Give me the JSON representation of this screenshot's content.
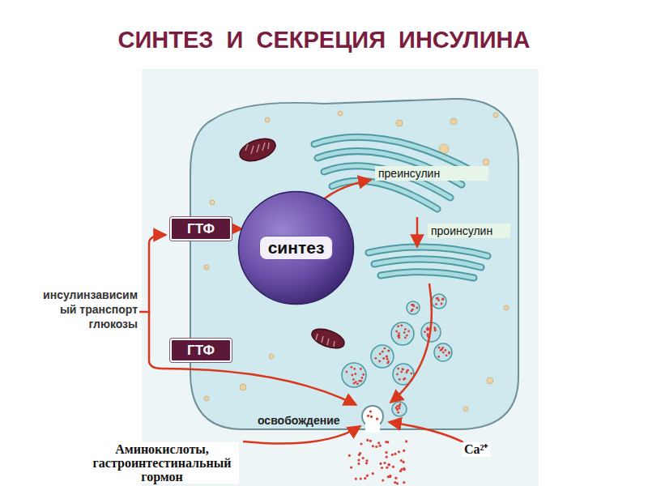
{
  "diagram": {
    "title": "СИНТЕЗ И СЕКРЕЦИЯ ИНСУЛИНА",
    "nodes": [
      {
        "text": [
          "ГТФ"
        ]
      },
      {
        "text": [
          "синтез"
        ]
      },
      {
        "text": [
          "ГТФ"
        ]
      }
    ],
    "edges": [
      {
        "from": 0,
        "to": 1,
        "arrow": "to"
      }
    ],
    "labels": [
      "преинсулин",
      "проинсулин",
      "инсулинзависим ый транспорт глюкозы",
      "освобождение",
      "Аминокислоты, гастроинтестинальный гормон",
      "Ca²⁺"
    ]
  }
}
